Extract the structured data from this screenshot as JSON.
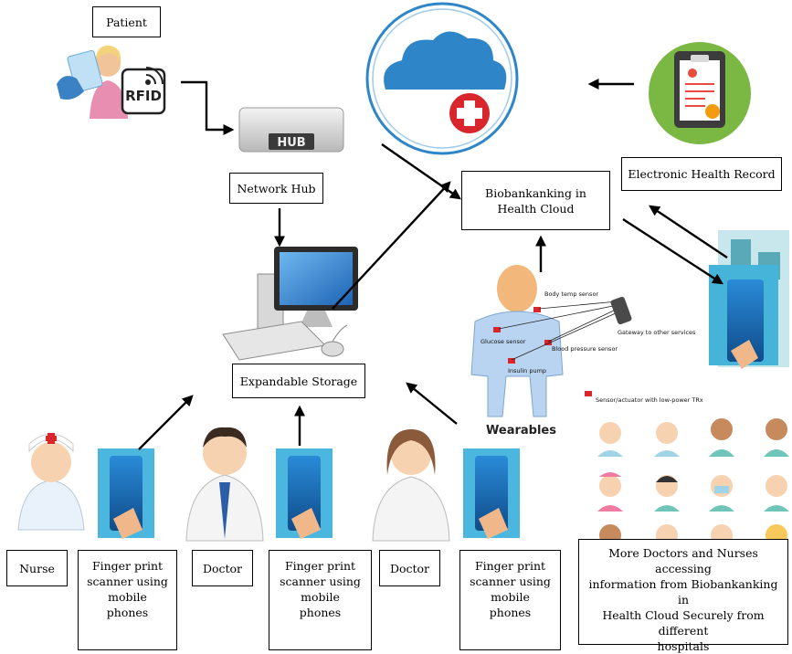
{
  "labels": {
    "patient": "Patient",
    "network_hub": "Network Hub",
    "health_cloud_line1": "Biobankanking in",
    "health_cloud_line2": "Health Cloud",
    "ehr": "Electronic Health Record",
    "expandable_storage": "Expandable Storage",
    "nurse": "Nurse",
    "doctor1": "Doctor",
    "doctor2": "Doctor",
    "scanner1": [
      "Finger print",
      "scanner using",
      "mobile",
      "phones"
    ],
    "scanner2": [
      "Finger print",
      "scanner using",
      "mobile",
      "phones"
    ],
    "scanner3": [
      "Finger print",
      "scanner using",
      "mobile",
      "phones"
    ],
    "more_staff": [
      "More Doctors and Nurses accessing",
      "information from Biobankanking in",
      "Health Cloud Securely from different",
      "hospitals"
    ]
  },
  "icons": {
    "rfid_text": "RFID",
    "hub_text": "HUB",
    "wearables_text": "Wearables"
  },
  "wearable_sensors": {
    "body_temp": "Body temp sensor",
    "glucose": "Glucose sensor",
    "blood_pressure": "Blood pressure sensor",
    "insulin": "Insulin pump",
    "gateway": "Gateway to other services",
    "legend": "Sensor/actuator with low-power TRx"
  },
  "colors": {
    "cloud_ring": "#2e86c9",
    "cross_red": "#d9262c",
    "ehr_green": "#7bb843",
    "phone_screen": "#1f6fb2"
  }
}
